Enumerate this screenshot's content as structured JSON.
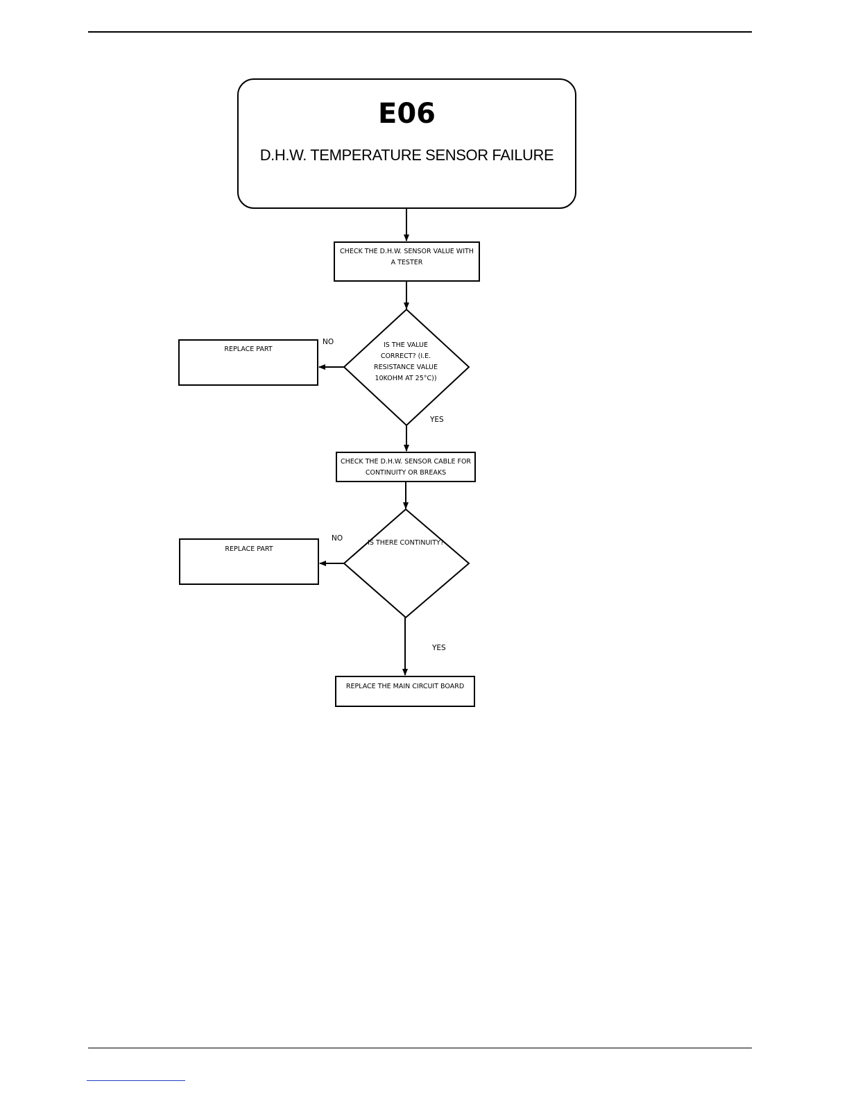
{
  "header": {
    "code": "E06",
    "title": "D.H.W. TEMPERATURE SENSOR FAILURE"
  },
  "steps": {
    "check_sensor": "CHECK THE D.H.W. SENSOR VALUE WITH A TESTER",
    "question_value": "IS THE VALUE CORRECT? (I.E. RESISTANCE VALUE 10KOHM AT 25°C))",
    "replace_1": "REPLACE PART",
    "check_cable": "CHECK THE D.H.W. SENSOR CABLE FOR CONTINUITY OR BREAKS",
    "question_continuity": "IS THERE CONTINUITY?",
    "replace_2": "REPLACE PART",
    "replace_board": "REPLACE THE MAIN CIRCUIT BOARD"
  },
  "labels": {
    "no_1": "NO",
    "yes_1": "YES",
    "no_2": "NO",
    "yes_2": "YES"
  }
}
